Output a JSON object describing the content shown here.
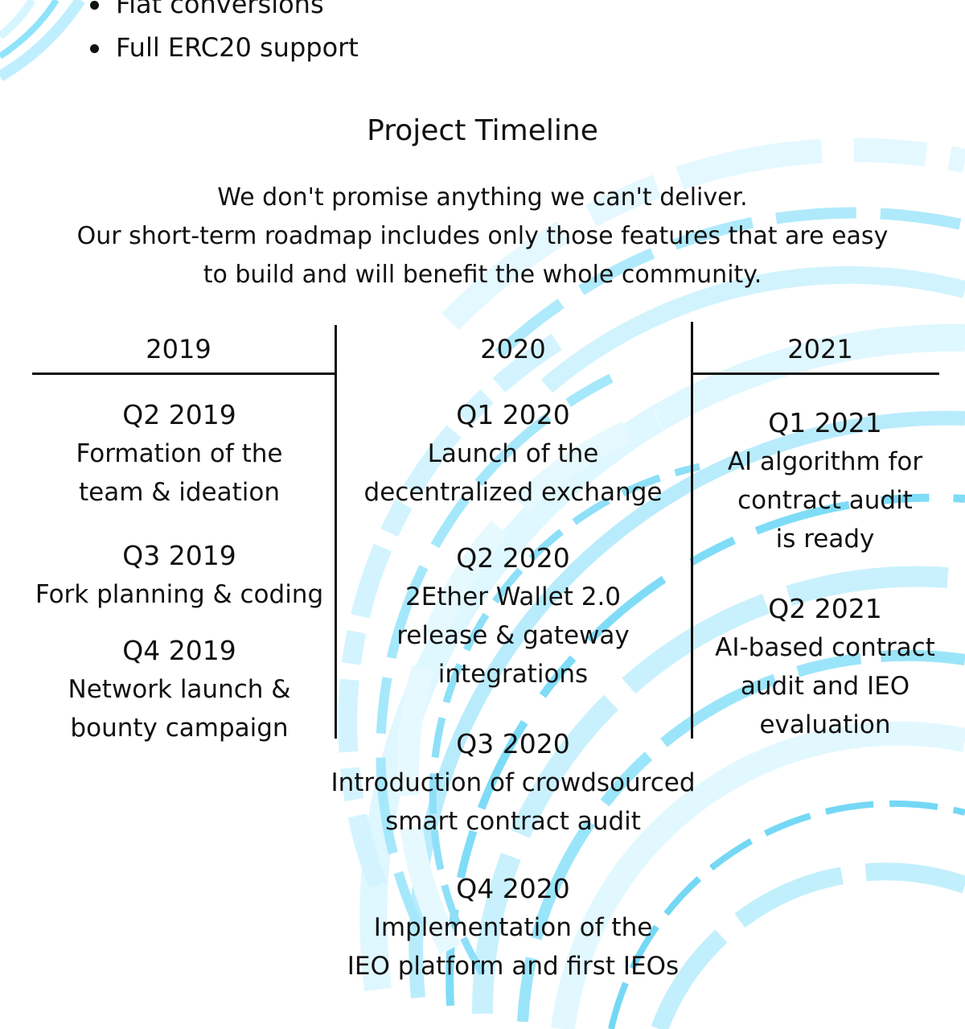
{
  "features": [
    "Fiat conversions",
    "Full ERC20 support"
  ],
  "timeline": {
    "title": "Project Timeline",
    "intro": [
      "We don't promise anything we can't deliver.",
      "Our short-term roadmap includes only those features that are easy",
      "to build and will benefit the whole community."
    ],
    "years": [
      {
        "year": "2019",
        "items": [
          {
            "quarter": "Q2 2019",
            "lines": [
              "Formation of the",
              "team & ideation"
            ]
          },
          {
            "quarter": "Q3 2019",
            "lines": [
              "Fork planning & coding"
            ]
          },
          {
            "quarter": "Q4 2019",
            "lines": [
              "Network launch &",
              "bounty campaign"
            ]
          }
        ]
      },
      {
        "year": "2020",
        "items": [
          {
            "quarter": "Q1 2020",
            "lines": [
              "Launch of the",
              "decentralized exchange"
            ]
          },
          {
            "quarter": "Q2 2020",
            "lines": [
              "2Ether Wallet 2.0",
              "release & gateway",
              "integrations"
            ]
          },
          {
            "quarter": "Q3 2020",
            "lines": [
              "Introduction of crowdsourced",
              "smart contract audit"
            ]
          },
          {
            "quarter": "Q4 2020",
            "lines": [
              "Implementation of the",
              "IEO platform and first IEOs"
            ]
          }
        ]
      },
      {
        "year": "2021",
        "items": [
          {
            "quarter": "Q1 2021",
            "lines": [
              "AI algorithm for",
              "contract audit",
              "is ready"
            ]
          },
          {
            "quarter": "Q2 2021",
            "lines": [
              "AI-based contract",
              "audit and IEO",
              "evaluation"
            ]
          }
        ]
      }
    ]
  }
}
